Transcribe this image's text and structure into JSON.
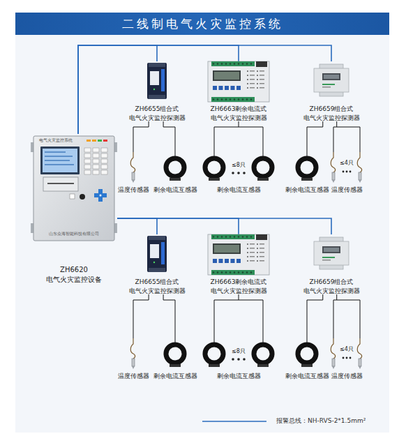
{
  "diagram": {
    "title": "二线制电气火灾监控系统",
    "nodes": [
      {
        "text": [
          "ZH6620 电气火灾监控设备"
        ]
      },
      {
        "text": [
          "ZH6655组合式 电气火灾监控探测器"
        ]
      },
      {
        "text": [
          "ZH6663剩余电流式 电气火灾监控探测器"
        ]
      },
      {
        "text": [
          "ZH6659组合式 电气火灾监控探测器"
        ]
      },
      {
        "text": [
          "温度传感器"
        ]
      },
      {
        "text": [
          "剩余电流互感器"
        ]
      },
      {
        "text": [
          "≤8只",
          "剩余电流互感器"
        ]
      },
      {
        "text": [
          "剩余电流互感器"
        ]
      },
      {
        "text": [
          "≤4只",
          "温度传感器"
        ]
      },
      {
        "text": [
          "ZH6655组合式 电气火灾监控探测器"
        ]
      },
      {
        "text": [
          "ZH6663剩余电流式 电气火灾监控探测器"
        ]
      },
      {
        "text": [
          "ZH6659组合式 电气火灾监控探测器"
        ]
      },
      {
        "text": [
          "温度传感器"
        ]
      },
      {
        "text": [
          "剩余电流互感器"
        ]
      },
      {
        "text": [
          "≤8只",
          "剩余电流互感器"
        ]
      },
      {
        "text": [
          "剩余电流互感器"
        ]
      },
      {
        "text": [
          "≤4只",
          "温度传感器"
        ]
      }
    ],
    "edges": [
      {
        "from": 0,
        "to": 1,
        "arrow": "none"
      },
      {
        "from": 0,
        "to": 2,
        "arrow": "none"
      },
      {
        "from": 0,
        "to": 3,
        "arrow": "none"
      },
      {
        "from": 1,
        "to": 4,
        "arrow": "none"
      },
      {
        "from": 1,
        "to": 5,
        "arrow": "none"
      },
      {
        "from": 2,
        "to": 6,
        "arrow": "none"
      },
      {
        "from": 3,
        "to": 7,
        "arrow": "none"
      },
      {
        "from": 3,
        "to": 8,
        "arrow": "none"
      },
      {
        "from": 0,
        "to": 9,
        "arrow": "none"
      },
      {
        "from": 0,
        "to": 10,
        "arrow": "none"
      },
      {
        "from": 0,
        "to": 11,
        "arrow": "none"
      },
      {
        "from": 9,
        "to": 12,
        "arrow": "none"
      },
      {
        "from": 9,
        "to": 13,
        "arrow": "none"
      },
      {
        "from": 10,
        "to": 14,
        "arrow": "none"
      },
      {
        "from": 11,
        "to": 15,
        "arrow": "none"
      },
      {
        "from": 11,
        "to": 16,
        "arrow": "none"
      }
    ],
    "labels": [
      "电气火灾监控系统",
      "山东众海智能科技有限公司"
    ],
    "legend": [
      {
        "text": "报警总线：NH-RVS-2*1.5mm²"
      }
    ]
  }
}
